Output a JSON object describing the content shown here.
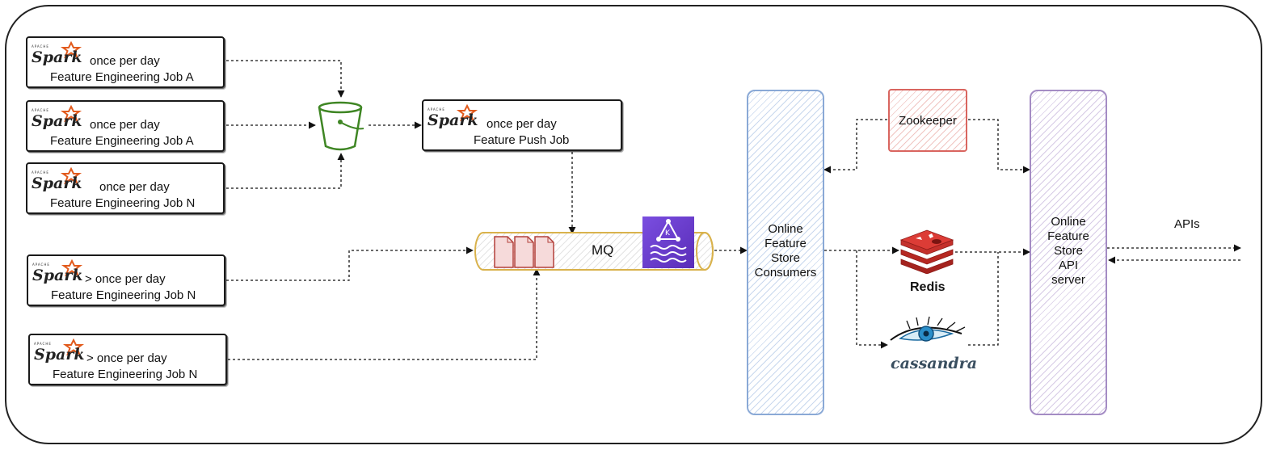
{
  "spark_jobs": [
    {
      "logo_text": "Spark",
      "logo_sub": "APACHE",
      "frequency": "once per day",
      "name": "Feature Engineering Job A"
    },
    {
      "logo_text": "Spark",
      "logo_sub": "APACHE",
      "frequency": "once per day",
      "name": "Feature Engineering Job A"
    },
    {
      "logo_text": "Spark",
      "logo_sub": "APACHE",
      "frequency": "once per day",
      "name": "Feature Engineering Job N"
    },
    {
      "logo_text": "Spark",
      "logo_sub": "APACHE",
      "frequency": "> once per day",
      "name": "Feature Engineering Job N"
    },
    {
      "logo_text": "Spark",
      "logo_sub": "APACHE",
      "frequency": "> once per day",
      "name": "Feature Engineering Job N"
    }
  ],
  "push_job": {
    "logo_text": "Spark",
    "logo_sub": "APACHE",
    "frequency": "once per day",
    "name": "Feature Push Job"
  },
  "mq": {
    "label": "MQ",
    "kafka_letter": "K"
  },
  "consumers": {
    "line1": "Online",
    "line2": "Feature",
    "line3": "Store",
    "line4": "Consumers"
  },
  "zookeeper": {
    "label": "Zookeeper"
  },
  "redis": {
    "label": "Redis"
  },
  "cassandra": {
    "label": "cassandra"
  },
  "api_server": {
    "line1": "Online",
    "line2": "Feature",
    "line3": "Store",
    "line4": "API",
    "line5": "server"
  },
  "apis": {
    "label": "APIs"
  },
  "icons": {
    "bucket": "s3-bucket-icon",
    "kafka": "kafka-icon",
    "documents": "documents-icon",
    "redis": "redis-icon",
    "cassandra": "cassandra-eye-icon"
  },
  "colors": {
    "spark_orange": "#e25a1c",
    "bucket_green": "#3f8624",
    "kafka_purple": "#6b3fc9",
    "redis_red": "#c4302b",
    "cassandra_blue": "#2a8ec9",
    "consumers_blue": "#8aa9d6",
    "api_purple": "#a48cc4",
    "zookeeper_red": "#d9655f",
    "mq_yellow": "#d9b24c"
  }
}
